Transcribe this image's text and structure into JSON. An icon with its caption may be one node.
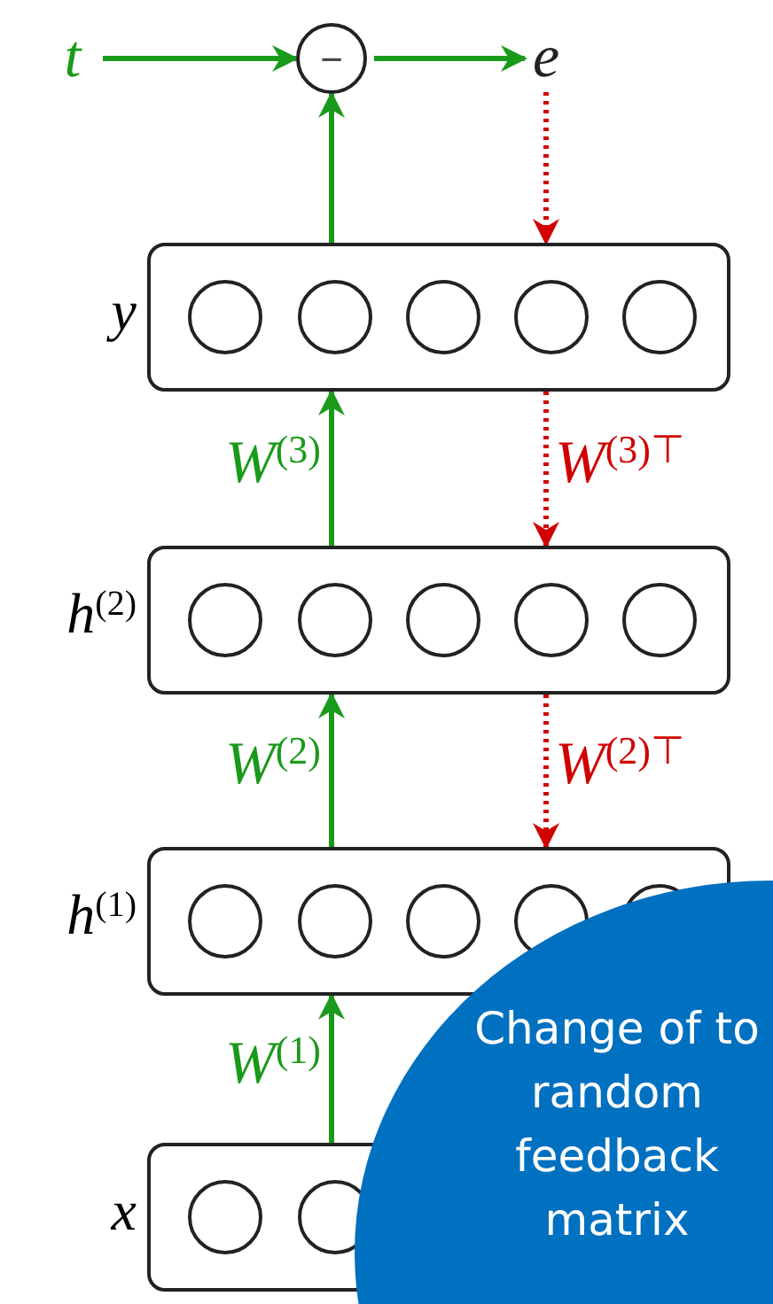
{
  "diagram": {
    "nodes": [
      {
        "text": [
          "t"
        ]
      },
      {
        "text": [
          "−"
        ]
      },
      {
        "text": [
          "e"
        ]
      },
      {
        "text": [],
        "shape": "box",
        "beside": [
          "y"
        ]
      },
      {
        "text": [],
        "shape": "box",
        "beside": [
          "h$^{(2)}$"
        ]
      },
      {
        "text": [],
        "shape": "box",
        "beside": [
          "h$^{(1)}$"
        ]
      },
      {
        "text": [],
        "shape": "box",
        "beside": [
          "x"
        ]
      },
      {
        "text": [
          "Change of to random feedback matrix"
        ]
      }
    ],
    "edges": [
      {
        "from": 0,
        "to": 1,
        "arrow": "to"
      },
      {
        "from": 1,
        "to": 2,
        "arrow": "to"
      },
      {
        "from": 3,
        "to": 1,
        "arrow": "to"
      },
      {
        "from": 2,
        "to": 3,
        "arrow": "to",
        "style": "dashed",
        "color": "#d00000"
      },
      {
        "from": 4,
        "to": 3,
        "arrow": "to",
        "label": "W$^{(3)}$"
      },
      {
        "from": 3,
        "to": 4,
        "arrow": "to",
        "label": "W$^{(3)⊤}$",
        "style": "dashed",
        "color": "#d00000"
      },
      {
        "from": 5,
        "to": 4,
        "arrow": "to",
        "label": "W$^{(2)}$"
      },
      {
        "from": 4,
        "to": 5,
        "arrow": "to",
        "label": "W$^{(2)⊤}$",
        "style": "dashed",
        "color": "#d00000"
      },
      {
        "from": 6,
        "to": 5,
        "arrow": "to",
        "label": "W$^{(1)}$"
      }
    ]
  }
}
